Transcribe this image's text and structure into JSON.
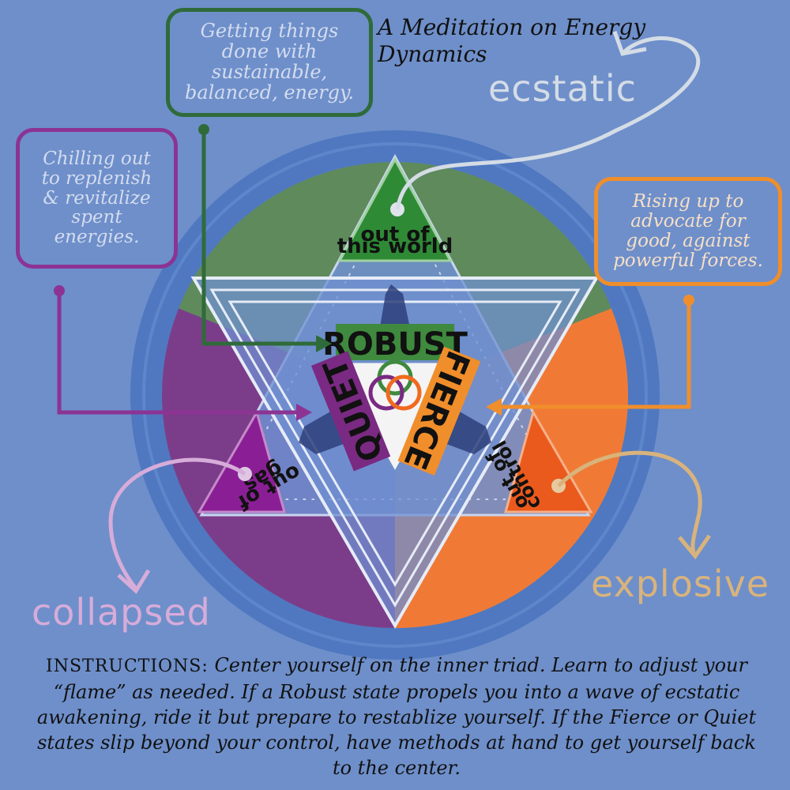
{
  "title": "A Meditation on Energy Dynamics",
  "center": {
    "top_label": "ROBUST",
    "left_label": "QUIET",
    "right_label": "FIERCE"
  },
  "outer_triangles": {
    "top": "out of this world",
    "left": "out of gas",
    "right": "out of control"
  },
  "states": {
    "ecstatic": "ecstatic",
    "collapsed": "collapsed",
    "explosive": "explosive"
  },
  "descriptions": {
    "robust": [
      "Getting things",
      "done with",
      "sustainable,",
      "balanced, energy."
    ],
    "quiet": [
      "Chilling out",
      "to replenish",
      "& revitalize",
      "spent",
      "energies."
    ],
    "fierce": [
      "Rising up to",
      "advocate for",
      "good, against",
      "powerful forces."
    ]
  },
  "instructions": {
    "lead": "INSTRUCTIONS:",
    "text": "Center yourself on the inner triad. Learn to adjust your “flame” as needed. If a Robust state propels you into a wave of ecstatic awakening, ride it but prepare to restablize yourself. If the Fierce or Quiet states slip beyond your control, have methods at hand to get yourself back to the center."
  },
  "colors": {
    "background": "#6e8fca",
    "robust": "#3f8a3e",
    "quiet": "#7a2a82",
    "fierce": "#f06a1f",
    "ring": "#4f78c0"
  }
}
